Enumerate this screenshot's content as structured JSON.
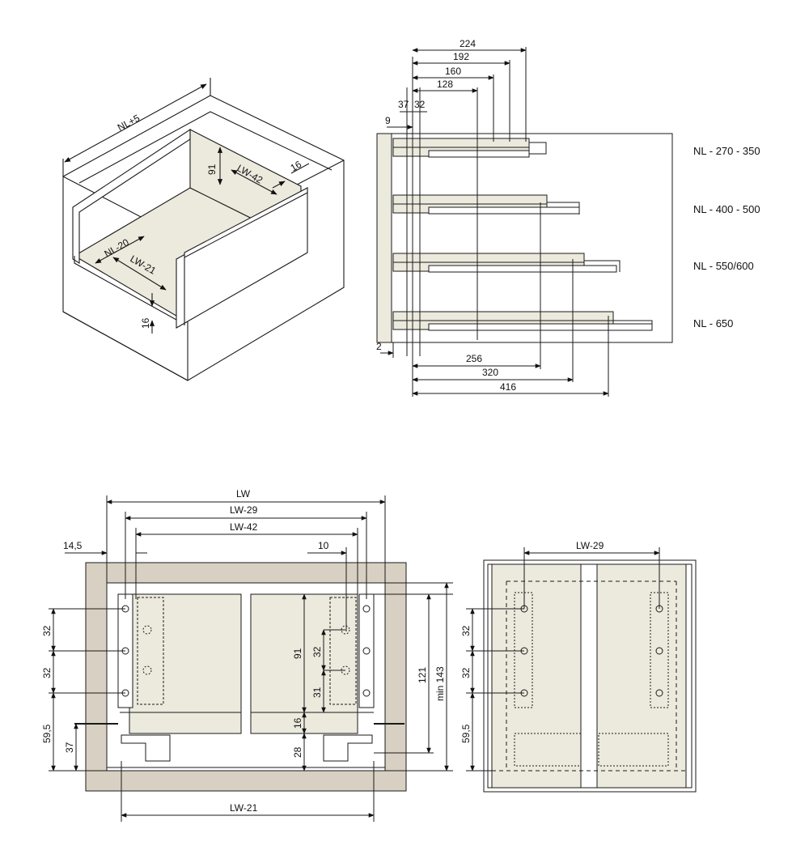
{
  "iso_view": {
    "nl_plus": "NL+5",
    "nl_minus": "NL-20",
    "lw_minus_21": "LW-21",
    "lw_minus_42": "LW-42",
    "h91": "91",
    "d16_top": "16",
    "d16_bottom": "16"
  },
  "rail_view": {
    "top_dims": [
      "224",
      "192",
      "160",
      "128"
    ],
    "d37": "37",
    "d32": "32",
    "d9": "9",
    "d2": "2",
    "bottom_dims": [
      "256",
      "320",
      "416"
    ],
    "rows": [
      "NL - 270 - 350",
      "NL - 400 - 500",
      "NL - 550/600",
      "NL - 650"
    ]
  },
  "front_view": {
    "lw": "LW",
    "lw29": "LW-29",
    "lw42": "LW-42",
    "d14_5": "14,5",
    "d10": "10",
    "left_dims": [
      "32",
      "32",
      "59,5",
      "37"
    ],
    "mid_dims": [
      "91",
      "32",
      "31",
      "16",
      "28"
    ],
    "d121": "121",
    "min143": "min 143",
    "lw21": "LW-21"
  },
  "side_view": {
    "lw29": "LW-29",
    "dims": [
      "32",
      "32",
      "59,5"
    ]
  },
  "colors": {
    "panel_fill": "#ece9dd",
    "cabinet_fill": "#d8d0c2",
    "line": "#1a1a1a"
  }
}
